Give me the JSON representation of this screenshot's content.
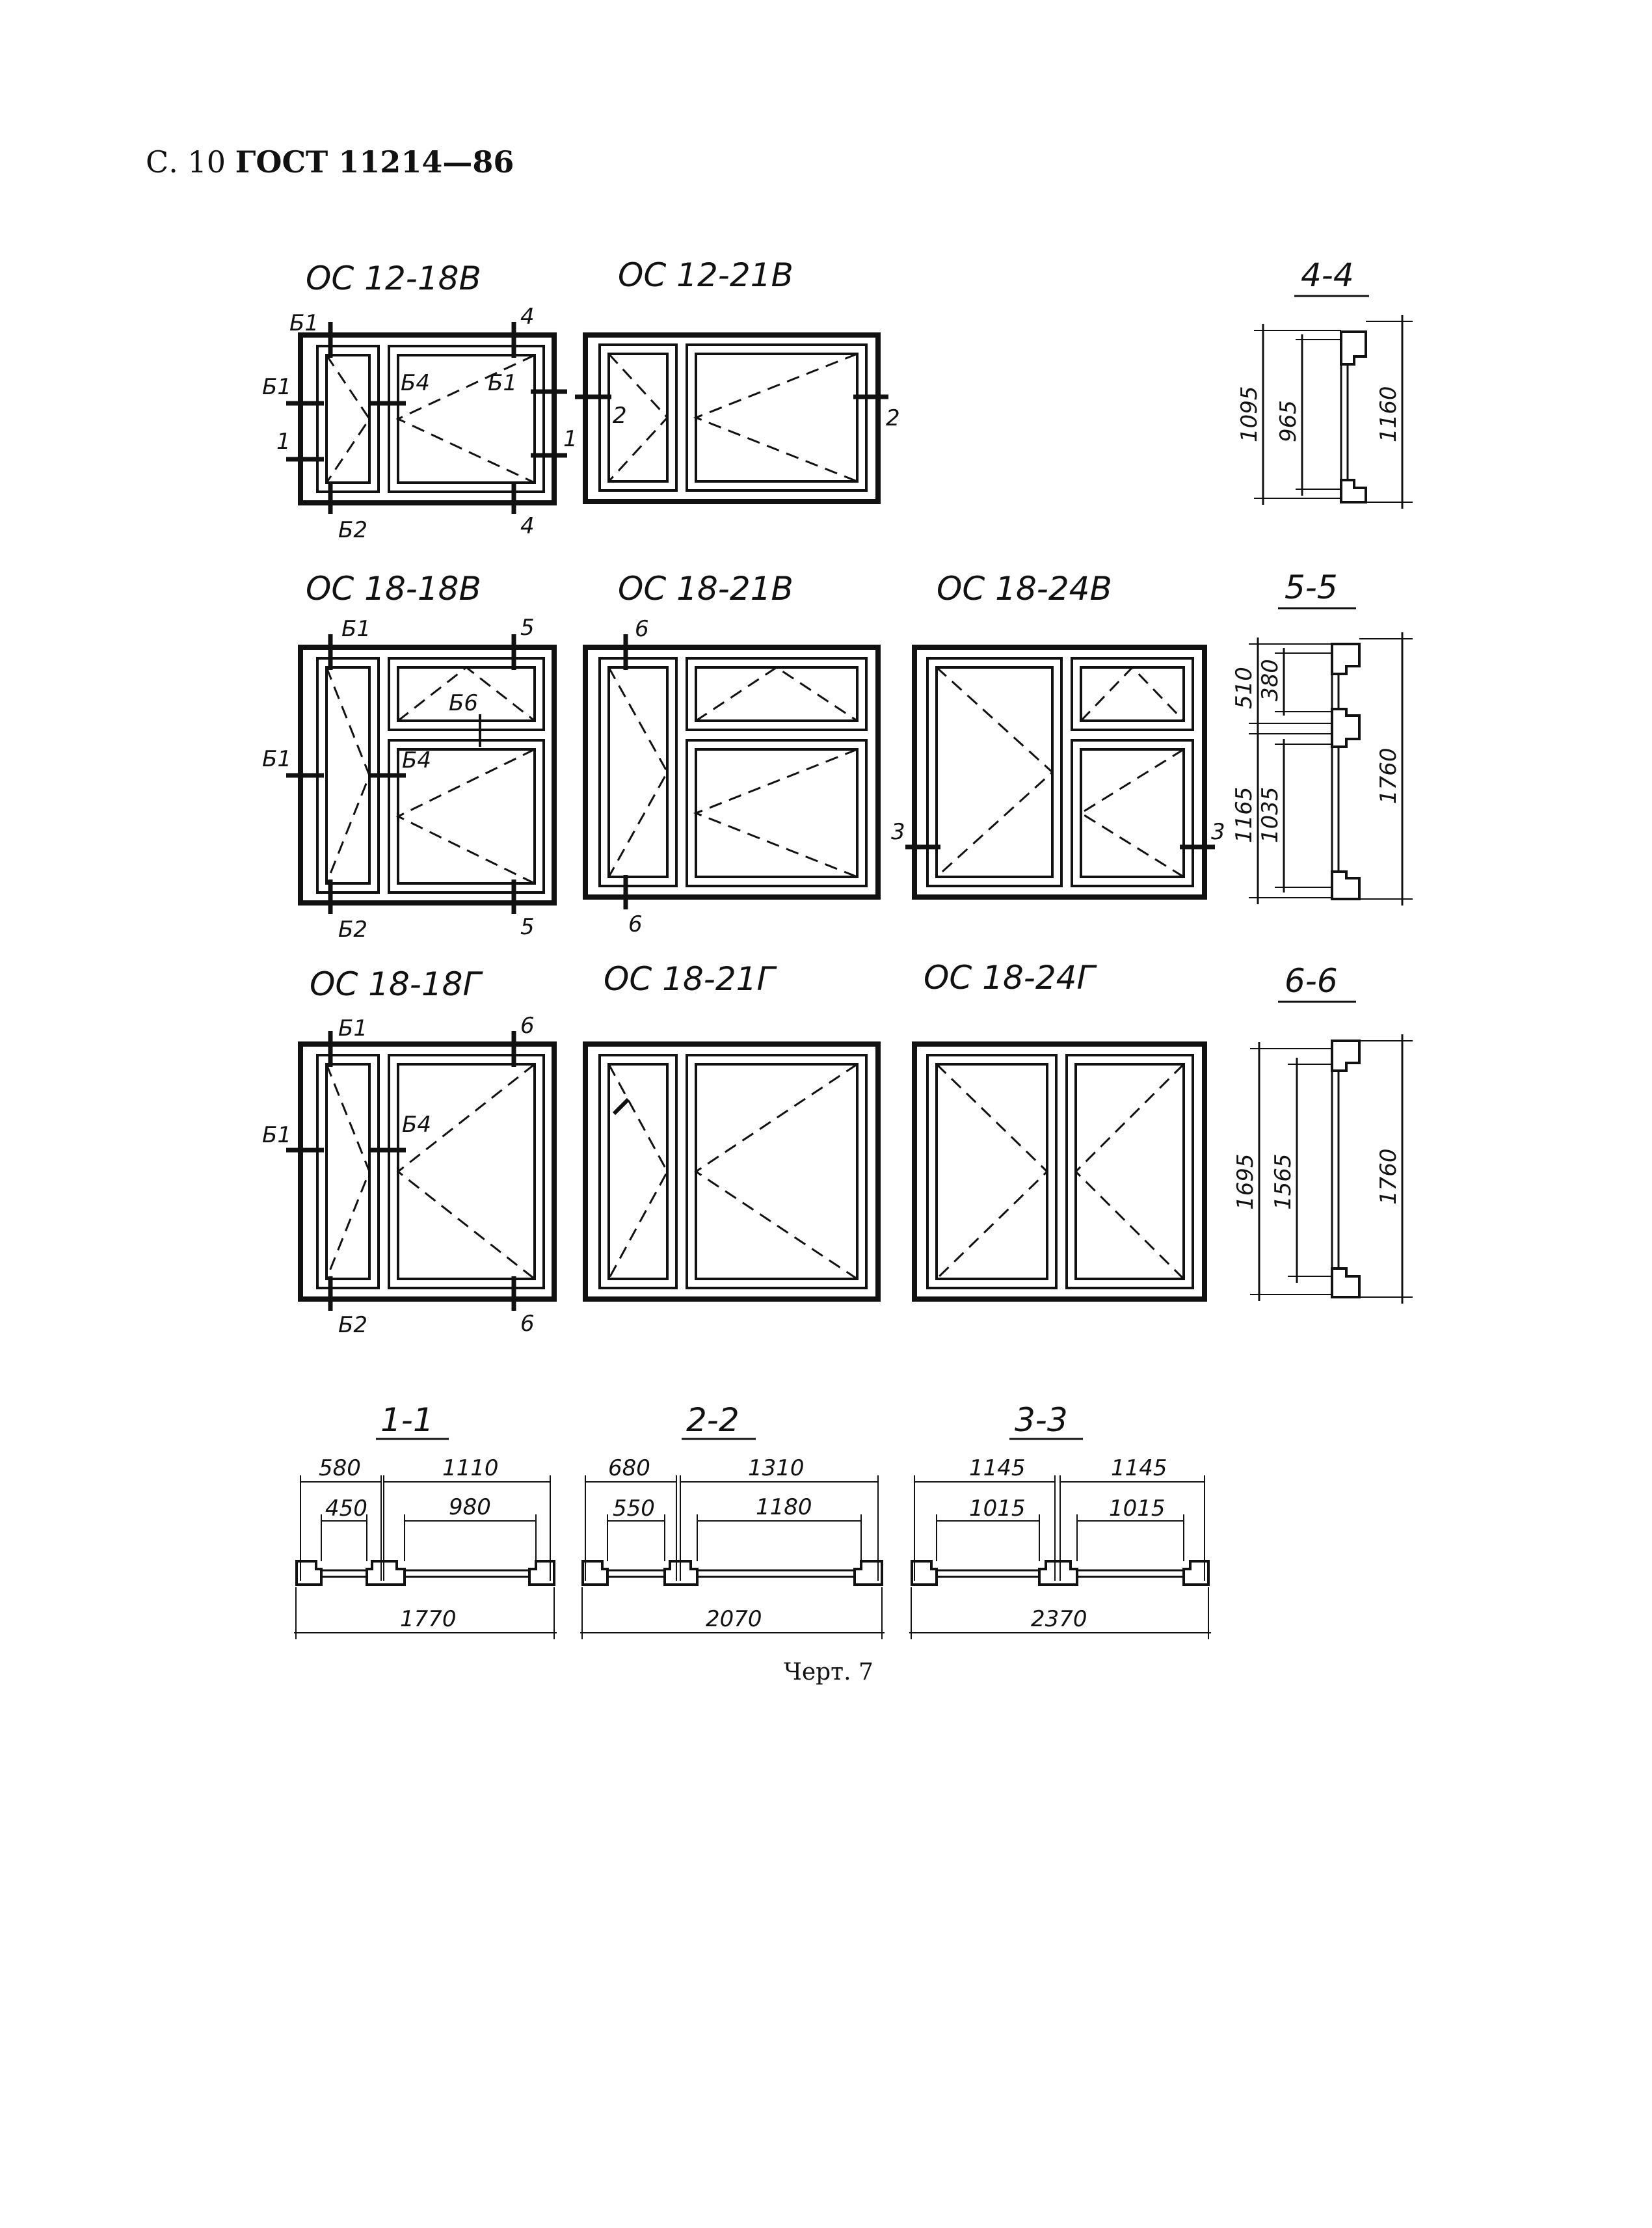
{
  "header": {
    "page": "С. 10",
    "standard": "ГОСТ 11214—86"
  },
  "caption": "Черт. 7",
  "windows": [
    {
      "title": "ОС 12-18В",
      "marks": [
        "Б1",
        "4",
        "Б1",
        "Б4",
        "Б1",
        "1",
        "1",
        "Б2",
        "4"
      ]
    },
    {
      "title": "ОС 12-21В",
      "marks": [
        "2",
        "2"
      ]
    },
    {
      "title": "ОС 18-18В",
      "marks": [
        "Б1",
        "5",
        "Б6",
        "Б1",
        "Б4",
        "Б2",
        "5"
      ]
    },
    {
      "title": "ОС 18-21В",
      "marks": [
        "6",
        "6"
      ]
    },
    {
      "title": "ОС 18-24В",
      "marks": [
        "3",
        "3"
      ]
    },
    {
      "title": "ОС 18-18Г",
      "marks": [
        "Б1",
        "6",
        "Б1",
        "Б4",
        "Б2",
        "6"
      ]
    },
    {
      "title": "ОС 18-21Г",
      "marks": []
    },
    {
      "title": "ОС 18-24Г",
      "marks": []
    }
  ],
  "vertical_sections": [
    {
      "title": "4-4",
      "dims": [
        "1095",
        "965",
        "1160"
      ]
    },
    {
      "title": "5-5",
      "dims": [
        "510",
        "380",
        "1165",
        "1035",
        "1760"
      ]
    },
    {
      "title": "6-6",
      "dims": [
        "1695",
        "1565",
        "1760"
      ]
    }
  ],
  "horizontal_sections": [
    {
      "title": "1-1",
      "dims": [
        "580",
        "1110",
        "450",
        "980",
        "1770"
      ]
    },
    {
      "title": "2-2",
      "dims": [
        "680",
        "1310",
        "550",
        "1180",
        "2070"
      ]
    },
    {
      "title": "3-3",
      "dims": [
        "1145",
        "1145",
        "1015",
        "1015",
        "2370"
      ]
    }
  ]
}
